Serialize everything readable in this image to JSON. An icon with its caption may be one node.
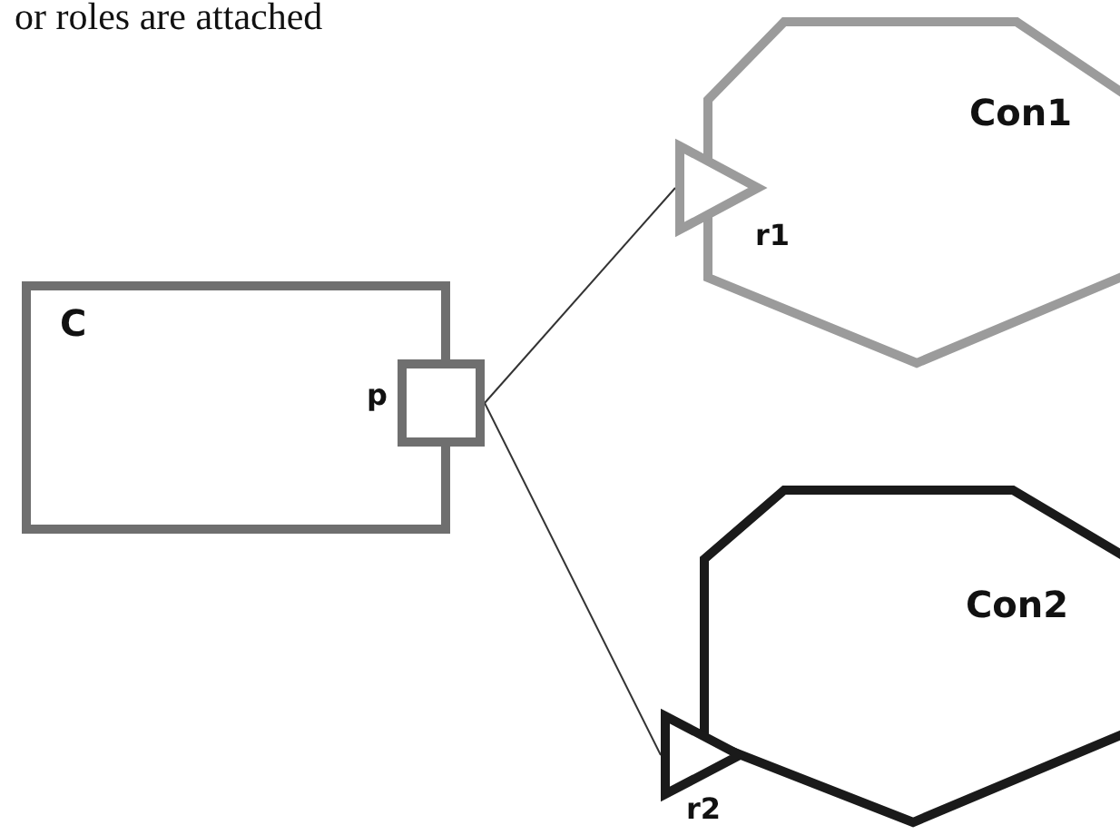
{
  "diagram": {
    "nodes": [
      {
        "text": [
          "C"
        ]
      },
      {
        "text": [],
        "shape": "box",
        "beside": [
          "p"
        ]
      },
      {
        "text": [
          "Con1"
        ]
      },
      {
        "text": [],
        "shape": "triangle",
        "beside": [
          "r1"
        ]
      },
      {
        "text": [
          "Con2"
        ]
      },
      {
        "text": [],
        "shape": "triangle",
        "beside": [
          "r2"
        ]
      }
    ],
    "edges": [
      {
        "from": 1,
        "to": 3,
        "arrow": "none"
      },
      {
        "from": 1,
        "to": 5,
        "arrow": "none"
      }
    ],
    "labels": [
      "or roles are attached"
    ]
  }
}
